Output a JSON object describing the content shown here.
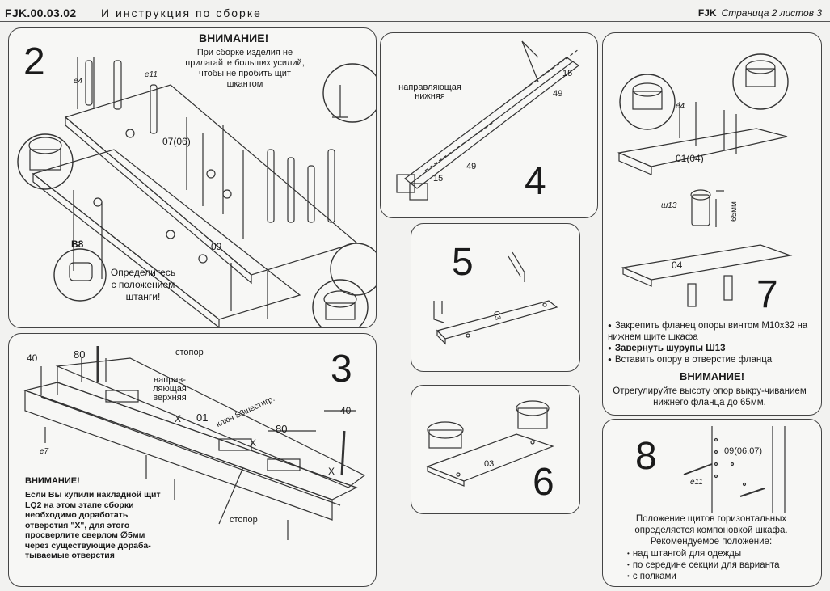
{
  "header": {
    "doc_code": "FJK.00.03.02",
    "doc_title": "И инструкция по сборке",
    "brand": "FJK",
    "page_label": "Страница 2 листов 3"
  },
  "step2": {
    "number": "2",
    "warning_title": "ВНИМАНИЕ!",
    "warning_text": "При сборке изделия не прилагайте больших усилий, чтобы не пробить щит шкантом",
    "label_e4": "e4",
    "label_e11": "e11",
    "label_panel_a": "07(06)",
    "label_panel_b": "09",
    "label_b8": "B8",
    "note": "Определитесь с положением штанги!"
  },
  "step3": {
    "number": "3",
    "stop_top": "стопор",
    "stop_bottom": "стопор",
    "guide_upper": "направ-ляющая верхняя",
    "key_label": "ключ S3шестигр.",
    "part_label": "01",
    "dim_40a": "40",
    "dim_80a": "80",
    "dim_40b": "40",
    "dim_80b": "80",
    "x_mark": "X",
    "label_e7": "e7",
    "warning_title": "ВНИМАНИЕ!",
    "warning_text": "Если Вы купили накладной щит LQ2 на этом этапе сборки необходимо доработать отверстия \"X\", для этого просверлите сверлом ∅5мм через существующие дораба-тываемые отверстия"
  },
  "step4": {
    "number": "4",
    "guide_lower": "направляющая нижняя",
    "dim_15a": "15",
    "dim_49a": "49",
    "dim_15b": "15",
    "dim_49b": "49"
  },
  "step5": {
    "number": "5",
    "panel_label": "03"
  },
  "step6": {
    "number": "6",
    "panel_label": "03"
  },
  "step7": {
    "number": "7",
    "label_e4": "e4",
    "label_w13": "ш13",
    "label_65": "65мм",
    "panel_top": "01(04)",
    "panel_bottom": "04",
    "bullets": [
      "Закрепить фланец опоры винтом М10х32 на нижнем щите шкафа",
      "Завернуть шурупы Ш13",
      "Вставить опору в отверстие фланца"
    ],
    "warning_title": "ВНИМАНИЕ!",
    "warning_text": "Отрегулируйте высоту опор выкру-чиванием нижнего фланца до 65мм."
  },
  "step8": {
    "number": "8",
    "label_panel": "09(06,07)",
    "label_e11": "e11",
    "text": "Положение щитов горизонтальных определяется компоновкой шкафа. Рекомендуемое положение:",
    "items": [
      "над штангой для одежды",
      "по середине секции для варианта",
      "с полками"
    ]
  }
}
